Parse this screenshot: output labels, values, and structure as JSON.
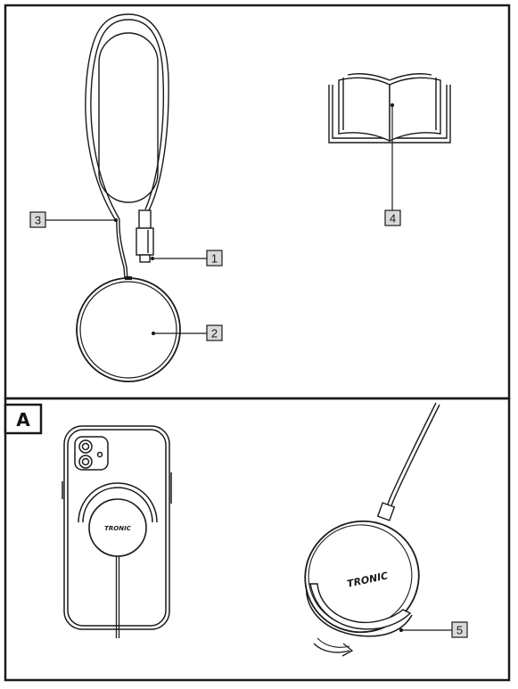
{
  "panel_top": {
    "callouts": [
      {
        "id": "1",
        "part": "usb-c-connector"
      },
      {
        "id": "2",
        "part": "charging-pad"
      },
      {
        "id": "3",
        "part": "cable"
      },
      {
        "id": "4",
        "part": "instruction-manual"
      }
    ]
  },
  "panel_bottom": {
    "section_letter": "A",
    "brand_on_phone": "TRONIC",
    "brand_on_pad": "TRONIC",
    "callouts": [
      {
        "id": "5",
        "part": "stand"
      }
    ]
  },
  "colors": {
    "line": "#1a1a1a",
    "background": "#ffffff",
    "label_fill": "#d9d9d9"
  }
}
